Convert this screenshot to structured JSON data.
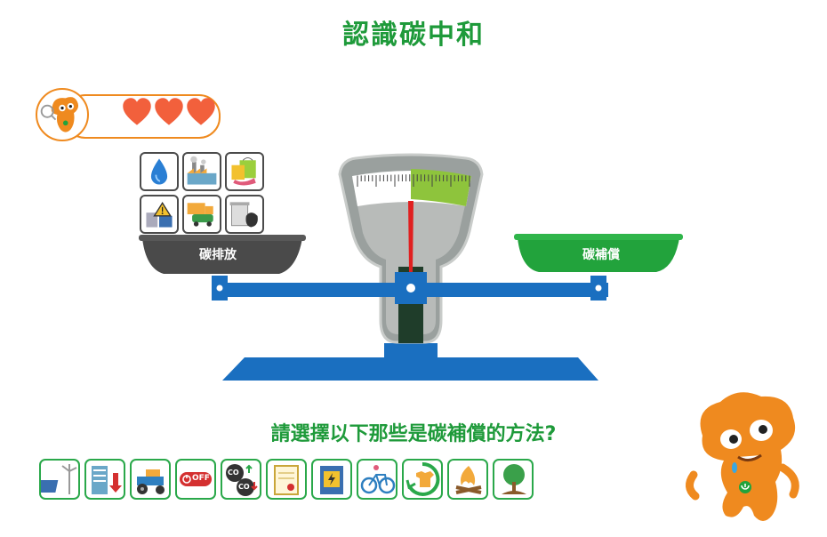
{
  "title": "認識碳中和",
  "lives": {
    "count": 3,
    "heart_icon": "heart-icon",
    "heart_color": "#f2603c",
    "accent": "#ef8a1f"
  },
  "scale": {
    "emission_label": "碳排放",
    "offset_label": "碳補償",
    "colors": {
      "base": "#1a6fc0",
      "emission_pan": "#4a4a4a",
      "offset_pan": "#22a33c",
      "needle": "#e02020"
    }
  },
  "emission_items": [
    {
      "name": "water-drop-icon"
    },
    {
      "name": "factory-icon"
    },
    {
      "name": "shopping-bags-icon"
    },
    {
      "name": "power-plant-warning-icon"
    },
    {
      "name": "truck-car-icon"
    },
    {
      "name": "trash-bin-icon"
    }
  ],
  "question": "請選擇以下那些是碳補償的方法?",
  "options": [
    {
      "name": "solar-wind-option"
    },
    {
      "name": "green-building-option"
    },
    {
      "name": "tractor-option"
    },
    {
      "name": "power-off-option",
      "text": "OFF"
    },
    {
      "name": "co2-reduce-option",
      "text_top": "CO",
      "text_bottom": "CO"
    },
    {
      "name": "certificate-option"
    },
    {
      "name": "energy-label-option"
    },
    {
      "name": "bicycle-option"
    },
    {
      "name": "recycle-clothes-option"
    },
    {
      "name": "campfire-option"
    },
    {
      "name": "tree-planting-option"
    }
  ],
  "colors": {
    "accent_green": "#1e9a3a",
    "option_border": "#2aa84a"
  }
}
